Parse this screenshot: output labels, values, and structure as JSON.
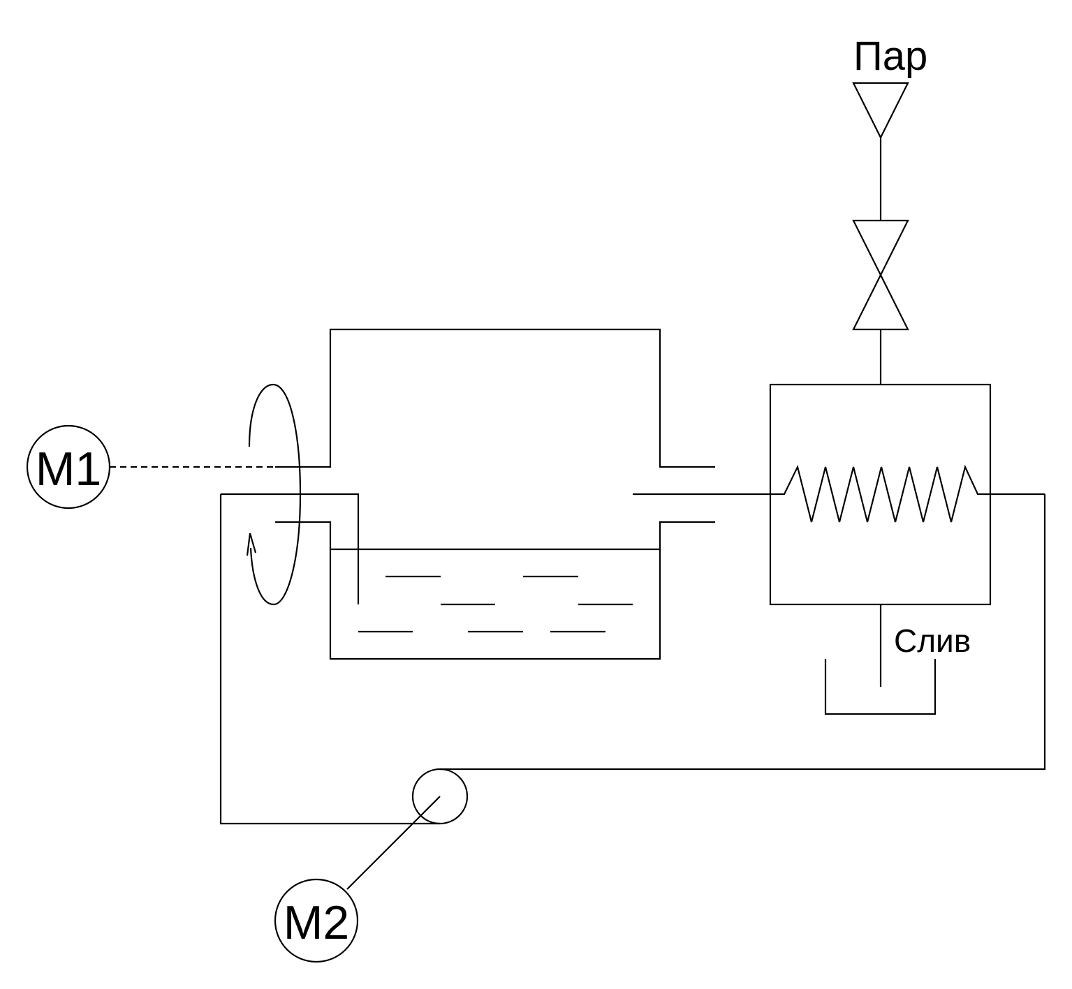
{
  "labels": {
    "steam": "Пар",
    "drain": "Слив",
    "motor1": "M1",
    "motor2": "M2"
  },
  "colors": {
    "stroke": "#000000",
    "background": "#ffffff"
  }
}
